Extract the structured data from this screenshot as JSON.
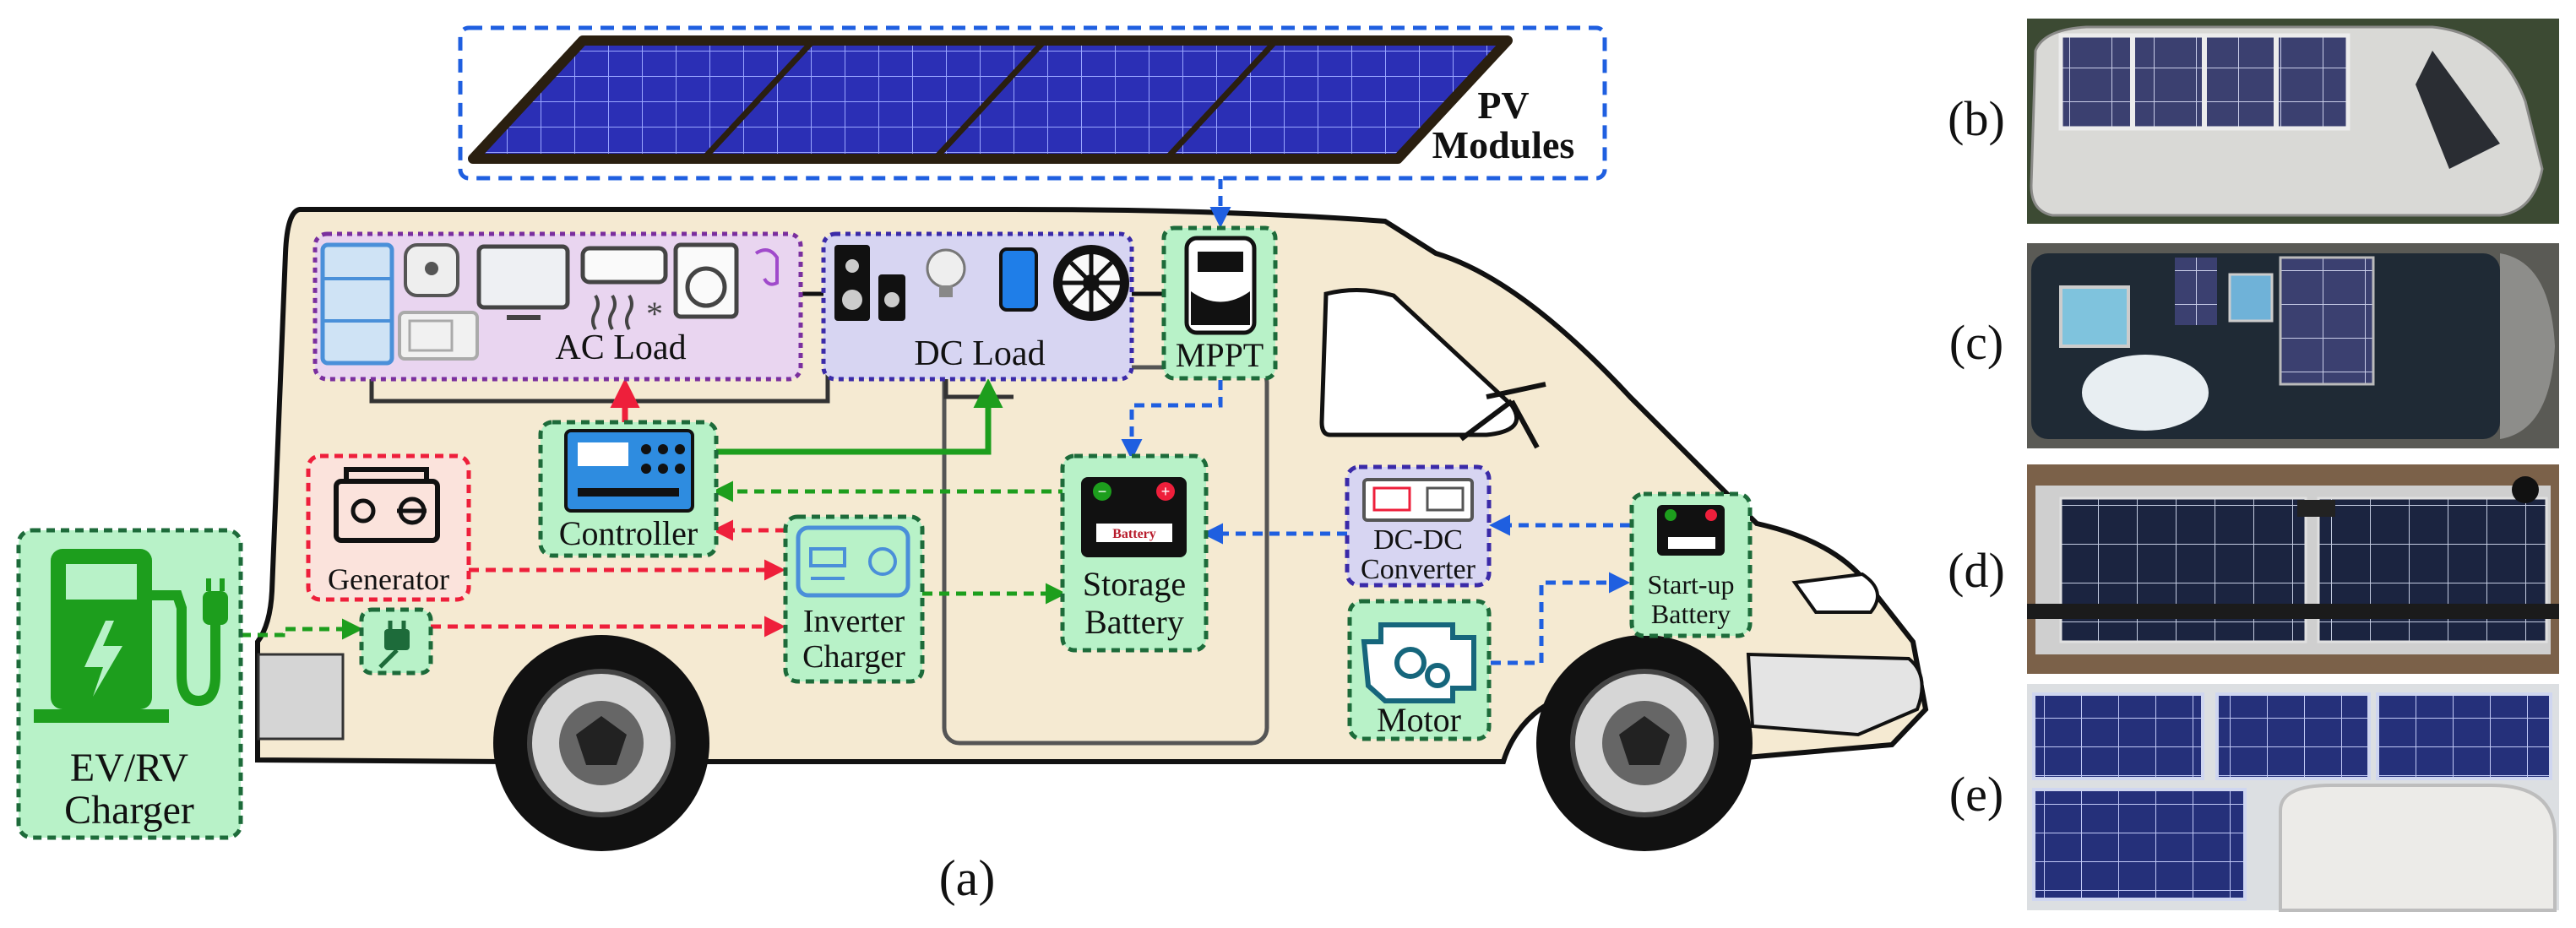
{
  "pv_modules_label_line1": "PV",
  "pv_modules_label_line2": "Modules",
  "ac_load_label": "AC Load",
  "dc_load_label": "DC Load",
  "mppt_label": "MPPT",
  "controller_label": "Controller",
  "generator_label": "Generator",
  "inverter_label_line1": "Inverter",
  "inverter_label_line2": "Charger",
  "storage_label_line1": "Storage",
  "storage_label_line2": "Battery",
  "battery_icon_text": "Battery",
  "dcdc_label_line1": "DC-DC",
  "dcdc_label_line2": "Converter",
  "startup_label_line1": "Start-up",
  "startup_label_line2": "Battery",
  "motor_label": "Motor",
  "ev_label_line1": "EV/RV",
  "ev_label_line2": "Charger",
  "panel_a_label": "(a)",
  "panel_b_label": "(b)",
  "panel_c_label": "(c)",
  "panel_d_label": "(d)",
  "panel_e_label": "(e)",
  "colors": {
    "van_body": "#f5ead2",
    "ac_box": "#e9d5f0",
    "dc_box": "#d7d5f2",
    "green_box": "#b8f2c8",
    "red_box": "#fbe3dc",
    "pv_cell": "#2b2fb5",
    "flow_red": "#ee1f3b",
    "flow_green": "#1d9e1d",
    "flow_blue": "#1f5fe0"
  }
}
